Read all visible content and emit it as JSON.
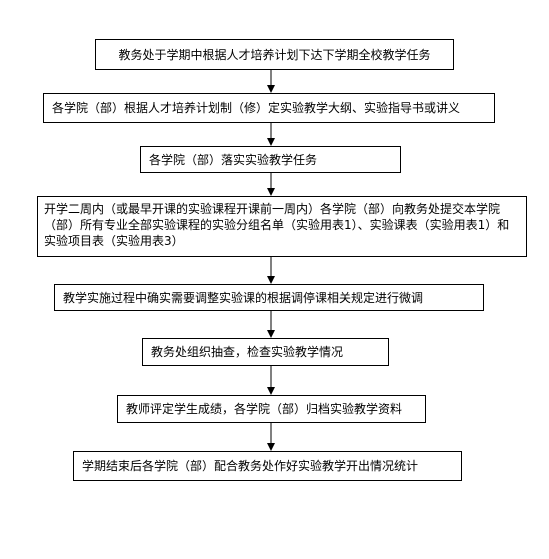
{
  "steps": [
    "教务处于学期中根据人才培养计划下达下学期全校教学任务",
    "各学院（部）根据人才培养计划制（修）定实验教学大纲、实验指导书或讲义",
    "各学院（部）落实实验教学任务",
    "开学二周内（或最早开课的实验课程开课前一周内）各学院（部）向教务处提交本学院（部）所有专业全部实验课程的实验分组名单（实验用表1）、实验课表（实验用表1）和实验项目表（实验用表3）",
    "教学实施过程中确实需要调整实验课的根据调停课相关规定进行微调",
    "教务处组织抽查，检查实验教学情况",
    "教师评定学生成绩，各学院（部）归档实验教学资料",
    "学期结束后各学院（部）配合教务处作好实验教学开出情况统计"
  ]
}
